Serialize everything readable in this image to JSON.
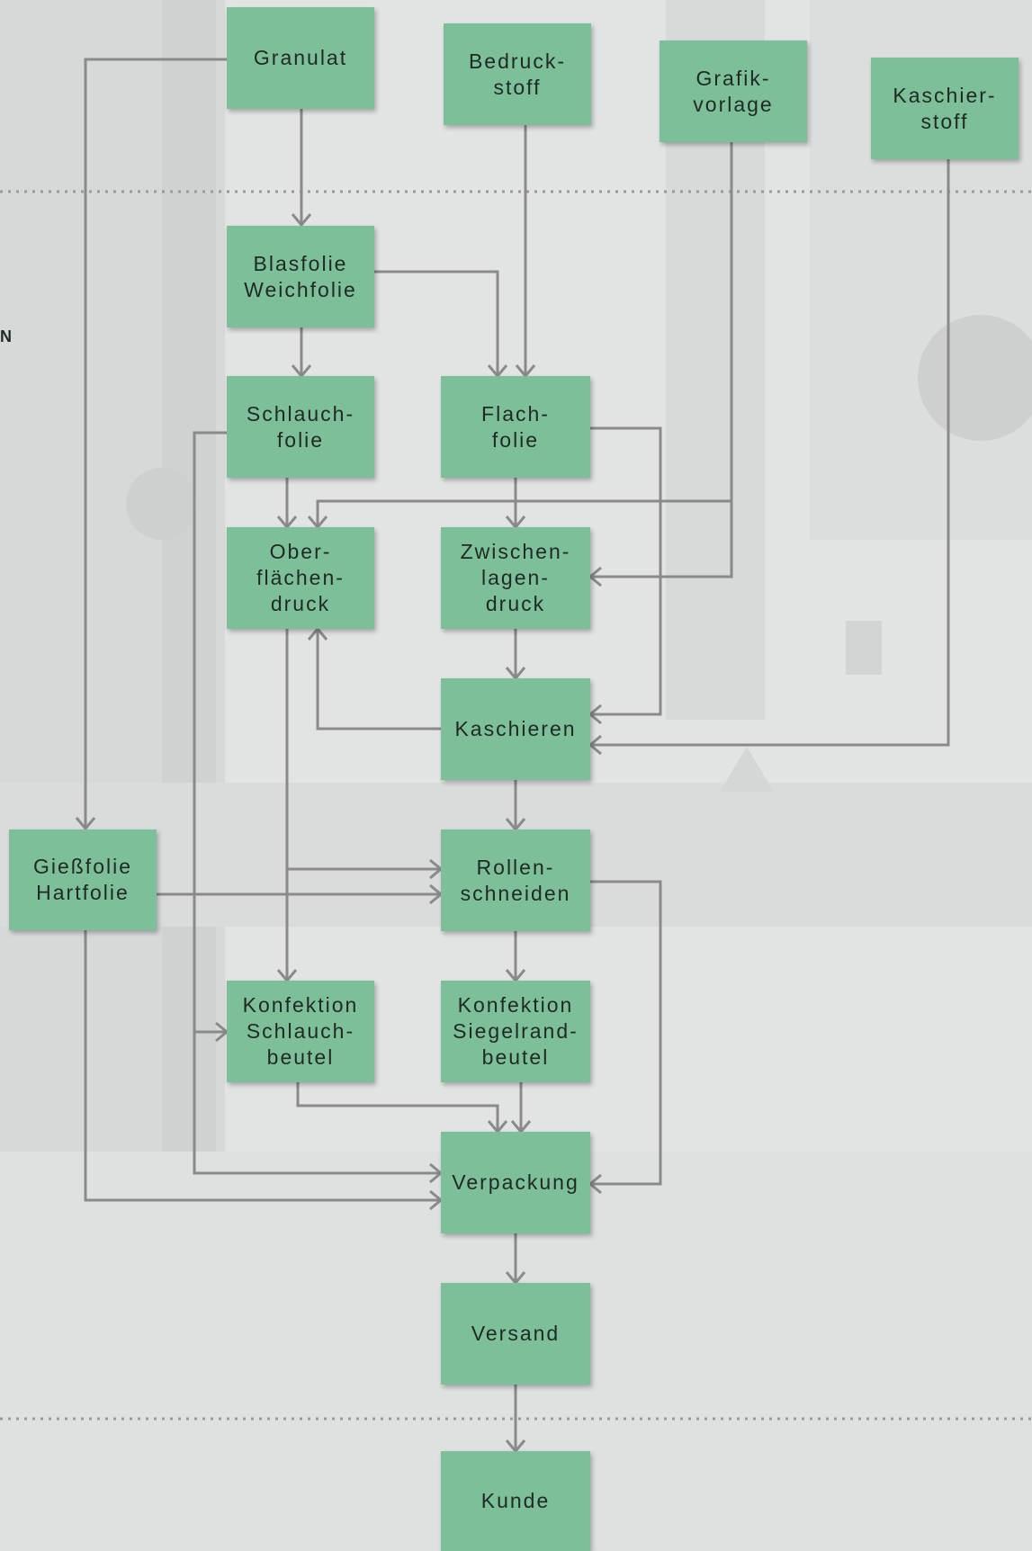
{
  "side_label": "N",
  "colors": {
    "node_fill": "#7dbf98",
    "line": "#8a8a8a",
    "dots": "#9a9a9a"
  },
  "nodes": {
    "granulat": "Granulat",
    "bedruckstoff": "Bedruck-\nstoff",
    "grafikvorlage": "Grafik-\nvorlage",
    "kaschierstoff": "Kaschier-\nstoff",
    "blasfolie": "Blasfolie\nWeichfolie",
    "schlauchfolie": "Schlauch-\nfolie",
    "flachfolie": "Flach-\nfolie",
    "oberflaechendruck": "Ober-\nflächen-\ndruck",
    "zwischenlagendruck": "Zwischen-\nlagen-\ndruck",
    "kaschieren": "Kaschieren",
    "giessfolie": "Gießfolie\nHartfolie",
    "rollenschneiden": "Rollen-\nschneiden",
    "konfektion_schlauchbeutel": "Konfektion\nSchlauch-\nbeutel",
    "konfektion_siegelrandbeutel": "Konfektion\nSiegelrand-\nbeutel",
    "verpackung": "Verpackung",
    "versand": "Versand",
    "kunde": "Kunde"
  }
}
